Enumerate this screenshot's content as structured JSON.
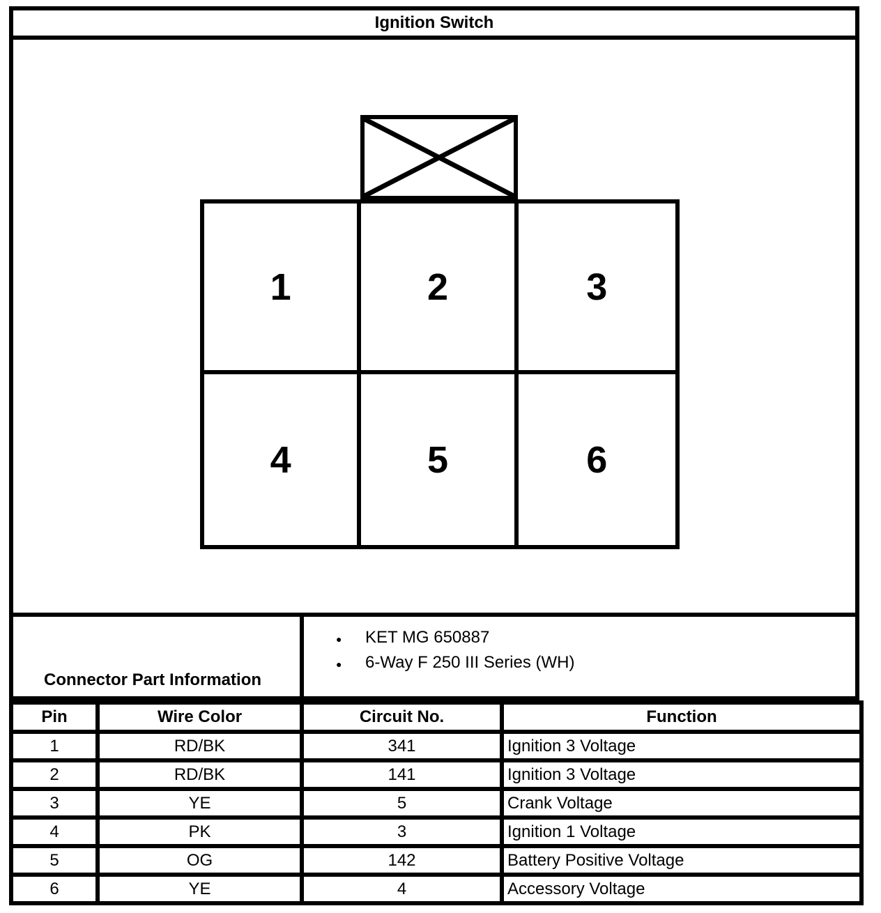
{
  "title": "Ignition Switch",
  "diagram": {
    "cavities": [
      "1",
      "2",
      "3",
      "4",
      "5",
      "6"
    ]
  },
  "connector_part_information": {
    "label": "Connector Part Information",
    "bullet": "●",
    "items": [
      "KET MG 650887",
      "6-Way F 250 III Series (WH)"
    ]
  },
  "pin_table": {
    "headers": {
      "pin": "Pin",
      "wire_color": "Wire Color",
      "circuit_no": "Circuit No.",
      "function": "Function"
    },
    "rows": [
      {
        "pin": "1",
        "wire_color": "RD/BK",
        "circuit_no": "341",
        "function": "Ignition 3 Voltage"
      },
      {
        "pin": "2",
        "wire_color": "RD/BK",
        "circuit_no": "141",
        "function": "Ignition 3 Voltage"
      },
      {
        "pin": "3",
        "wire_color": "YE",
        "circuit_no": "5",
        "function": "Crank Voltage"
      },
      {
        "pin": "4",
        "wire_color": "PK",
        "circuit_no": "3",
        "function": "Ignition 1 Voltage"
      },
      {
        "pin": "5",
        "wire_color": "OG",
        "circuit_no": "142",
        "function": "Battery Positive Voltage"
      },
      {
        "pin": "6",
        "wire_color": "YE",
        "circuit_no": "4",
        "function": "Accessory Voltage"
      }
    ]
  },
  "colors": {
    "line": "#000000",
    "background": "#ffffff"
  }
}
